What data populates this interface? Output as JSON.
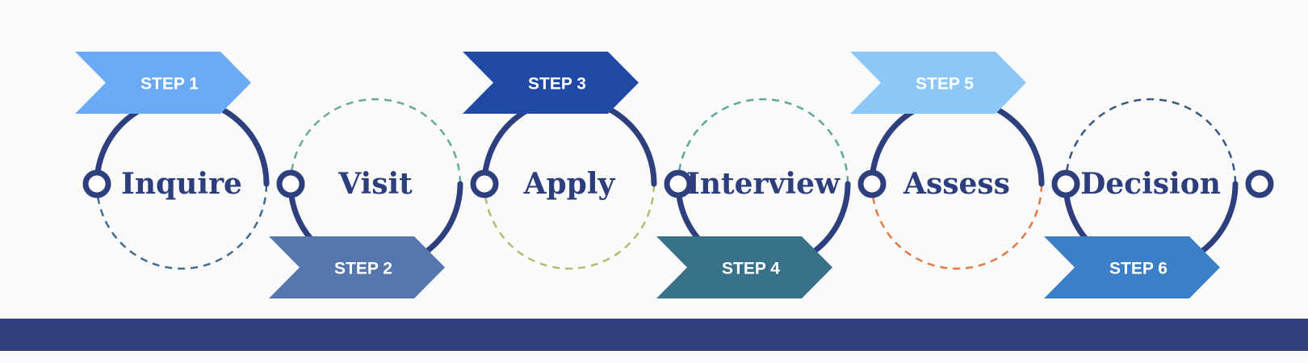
{
  "accent": "#2f3f7e",
  "steps": [
    {
      "step_label": "STEP 1",
      "stage": "Inquire",
      "banner_color": "#6aaaf5",
      "dash_color": "#3f6b8f"
    },
    {
      "step_label": "STEP 2",
      "stage": "Visit",
      "banner_color": "#5676ae",
      "dash_color": "#6aa897"
    },
    {
      "step_label": "STEP 3",
      "stage": "Apply",
      "banner_color": "#1f49a5",
      "dash_color": "#a9c16f"
    },
    {
      "step_label": "STEP 4",
      "stage": "Interview",
      "banner_color": "#37728a",
      "dash_color": "#5fa59a"
    },
    {
      "step_label": "STEP 5",
      "stage": "Assess",
      "banner_color": "#8cc8f7",
      "dash_color": "#e07a45"
    },
    {
      "step_label": "STEP 6",
      "stage": "Decision",
      "banner_color": "#3b7fc6",
      "dash_color": "#35597f"
    }
  ]
}
